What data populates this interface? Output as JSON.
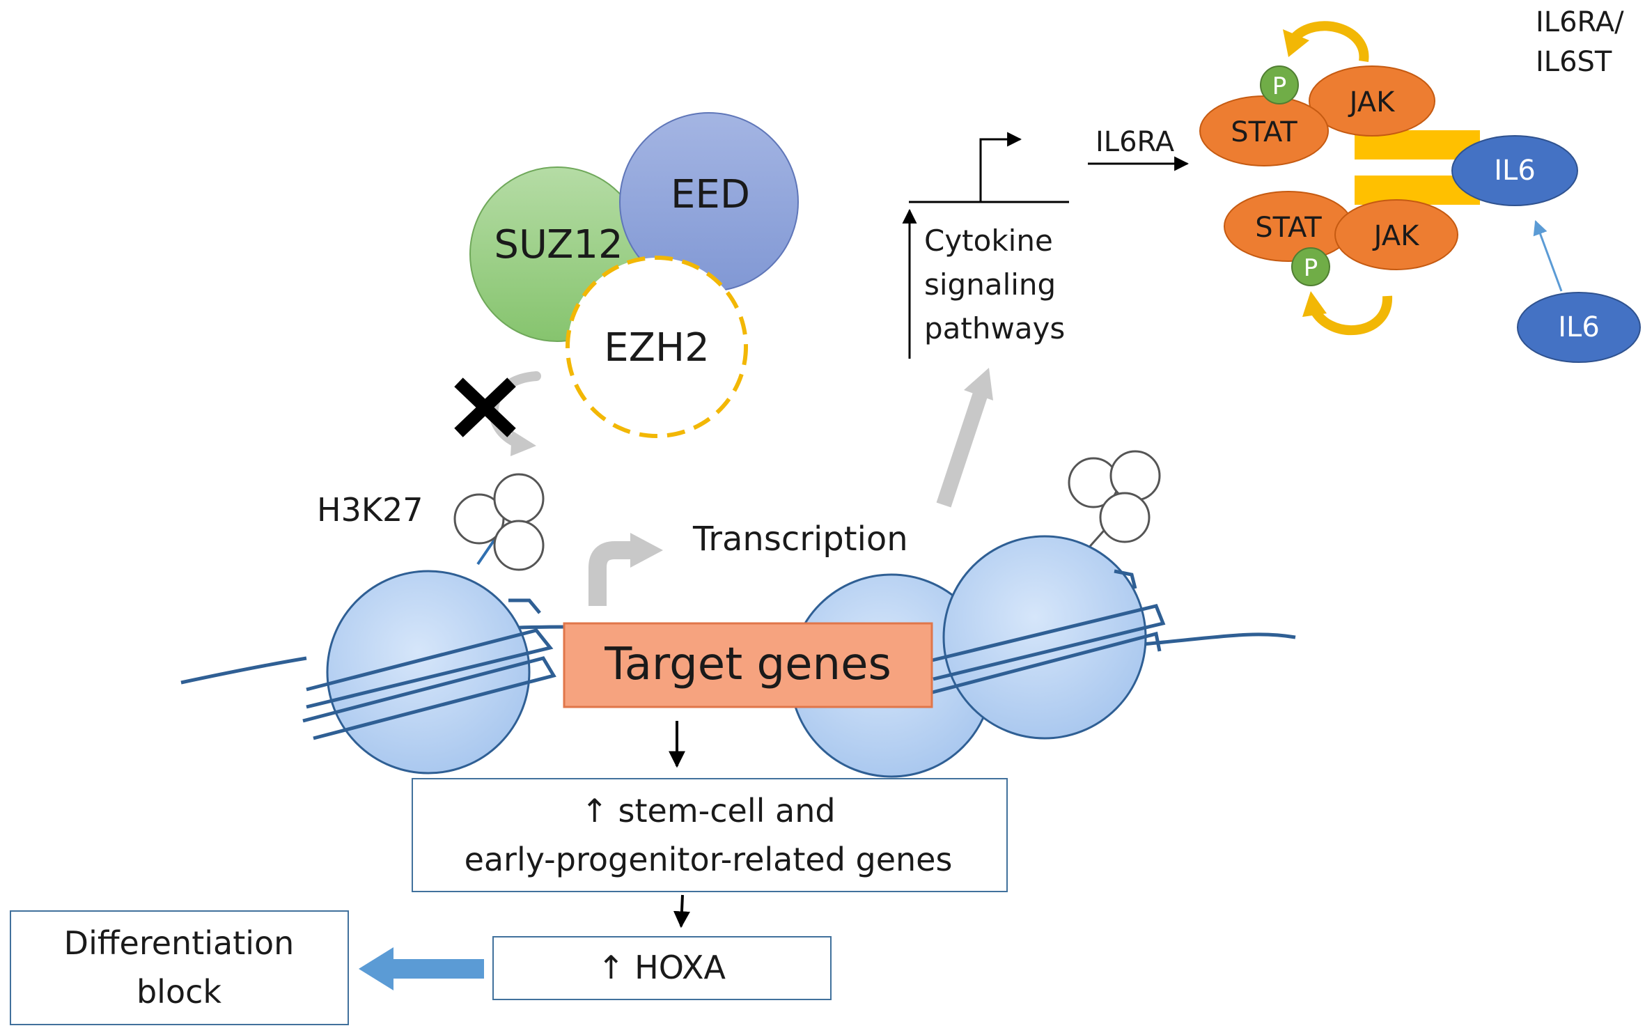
{
  "complex": {
    "eed": "EED",
    "suz12": "SUZ12",
    "ezh2": "EZH2"
  },
  "histone": {
    "mark": "H3K27"
  },
  "transcription": "Transcription",
  "target": "Target genes",
  "pathway": {
    "line1": "Cytokine",
    "line2": "signaling",
    "line3": "pathways"
  },
  "il6ra_label": "IL6RA",
  "receptor": {
    "name_line1": "IL6RA/",
    "name_line2": "IL6ST",
    "p": "P",
    "stat": "STAT",
    "jak": "JAK",
    "il6": "IL6"
  },
  "outcomes": {
    "stem_line1": "↑ stem-cell and",
    "stem_line2": "early-progenitor-related genes",
    "hoxa": "↑ HOXA",
    "diff_line1": "Differentiation",
    "diff_line2": "block"
  },
  "colors": {
    "eed": "#8fa6d8",
    "suz12": "#9ccf89",
    "ezh2_dash": "#f2b705",
    "nucleosome": "#b8d2f2",
    "dna": "#2f5f94",
    "target_box": "#f6a37f",
    "stat_jak": "#ed7d31",
    "phospho": "#70ad47",
    "il6": "#4472c4",
    "receptor_bar": "#ffc000",
    "gray_arrow": "#c8c8c8",
    "block_arrow": "#5b9bd5",
    "box_border": "#41719c"
  }
}
